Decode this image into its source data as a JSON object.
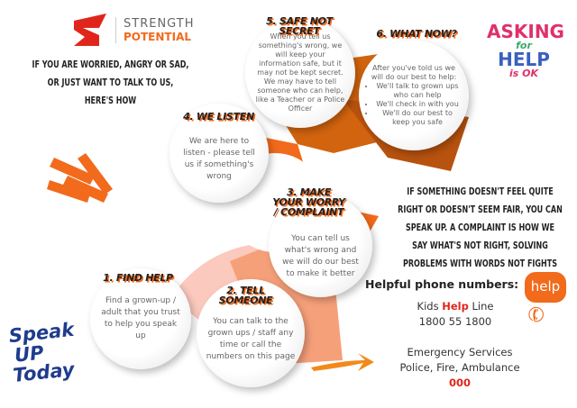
{
  "brand": {
    "line1": "STRENGTH",
    "line2": "POTENTIAL"
  },
  "intro": "IF YOU ARE WORRIED, ANGRY OR SAD, OR JUST WANT TO TALK TO US, HERE'S HOW",
  "steps": [
    {
      "title": "1.  FIND HELP",
      "text": "Find a grown-up / adult that you trust to help you speak up"
    },
    {
      "title": "2. TELL SOMEONE",
      "text": "You can talk to the grown ups / staff any time or call the numbers on this page"
    },
    {
      "title": "3. MAKE YOUR WORRY / COMPLAINT",
      "text": "You can tell us what's wrong and we will do our best to make it better"
    },
    {
      "title": "4. WE LISTEN",
      "text": "We are here to listen - please tell us if something's wrong"
    },
    {
      "title": "5. SAFE NOT SECRET",
      "text": "When you tell us something's wrong, we will keep your information safe, but it may not be kept secret. We may have to tell someone who can help, like a Teacher or a Police Officer"
    },
    {
      "title": "6. WHAT NOW?",
      "text": "After you've told us we will do our best to help:",
      "bullets": [
        "We'll talk to grown ups who can help",
        "We'll check in with you",
        "We'll do our best to keep you safe"
      ]
    }
  ],
  "complaint_text": "IF SOMETHING DOESN'T FEEL QUITE RIGHT OR DOESN'T SEEM FAIR, YOU CAN SPEAK UP. A COMPLAINT IS HOW WE SAY WHAT'S NOT RIGHT, SOLVING PROBLEMS WITH WORDS NOT FIGHTS",
  "phones": {
    "heading": "Helpful phone numbers:",
    "kids_pre": "Kids ",
    "kids_help": "Help",
    "kids_post": " Line",
    "kids_number": "1800 55 1800",
    "emergency_label": "Emergency Services",
    "emergency_sub": "Police, Fire, Ambulance",
    "emergency_number": "000"
  },
  "help_bubble": "help",
  "sticker": {
    "line1": "ASKING",
    "line2": "for",
    "line3": "HELP",
    "line4": "is OK"
  },
  "speak_up": {
    "line1": "Speak",
    "line2": "UP",
    "line3": "Today"
  },
  "colors": {
    "orange": "#f26a1b",
    "dark_orange": "#b8520f",
    "light_orange": "#f6a07a",
    "pink": "#fbc9bd",
    "red": "#e0261c",
    "navy": "#1f3c8c"
  }
}
